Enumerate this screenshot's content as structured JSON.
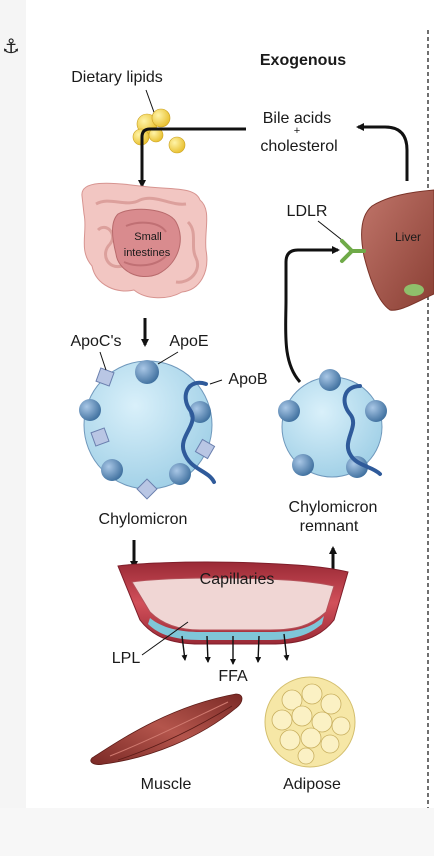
{
  "anchor_icon": "anchor-icon",
  "title": "Exogenous",
  "labels": {
    "dietary_lipids": "Dietary lipids",
    "bile_acids": "Bile acids",
    "plus": "+",
    "cholesterol": "cholesterol",
    "small": "Small",
    "intestines": "intestines",
    "ldlr": "LDLR",
    "liver": "Liver",
    "apocs": "ApoC's",
    "apoe": "ApoE",
    "apob": "ApoB",
    "chylomicron": "Chylomicron",
    "chylomicron_remnant_1": "Chylomicron",
    "chylomicron_remnant_2": "remnant",
    "capillaries": "Capillaries",
    "lpl": "LPL",
    "ffa": "FFA",
    "muscle": "Muscle",
    "adipose": "Adipose"
  },
  "colors": {
    "particle_fill": "#b7ddee",
    "particle_stroke": "#5b88b0",
    "apoe_fill": "#6e98c4",
    "apoc_fill": "#b9c6e4",
    "apob_stroke": "#2f5a9a",
    "liver": "#a65a4c",
    "receptor": "#8fc66b",
    "capillary": "#c0404c",
    "plasma": "#7fc6d8",
    "intestine": "#e9b4b0",
    "muscle": "#9a3a34",
    "adipose": "#f3e6a8",
    "lipid_droplet": "#f2d24c"
  }
}
